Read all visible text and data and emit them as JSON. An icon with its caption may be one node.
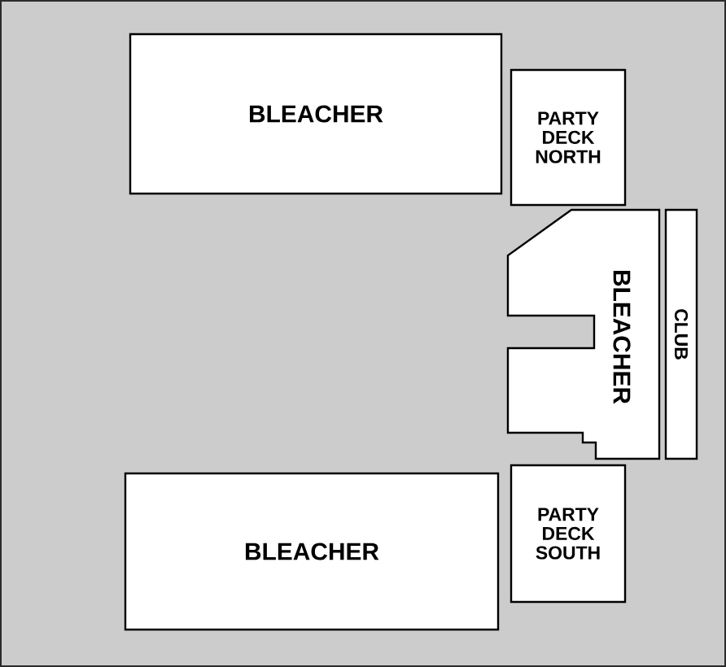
{
  "diagram": {
    "nodes": [
      {
        "text": [
          "BLEACHER"
        ]
      },
      {
        "text": [
          "PARTY DECK NORTH"
        ]
      },
      {
        "text": [
          "BLEACHER"
        ]
      },
      {
        "text": [
          "CLUB"
        ]
      },
      {
        "text": [
          "BLEACHER"
        ]
      },
      {
        "text": [
          "PARTY DECK SOUTH"
        ]
      }
    ]
  }
}
